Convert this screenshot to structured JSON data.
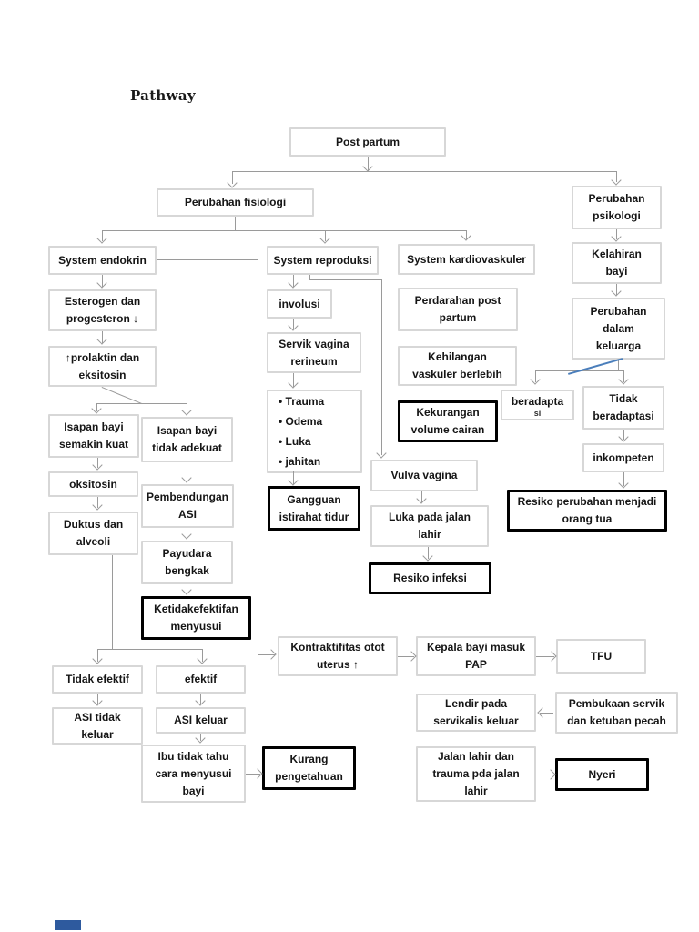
{
  "page": {
    "title": "Pathway"
  },
  "diagram": {
    "colors": {
      "box_border": "#d7d7d7",
      "emphasis_border": "#000000",
      "connector": "#9a9a9a",
      "accent_line": "#4a7ebb",
      "footer_bar": "#2e5a9e"
    },
    "nodes": {
      "post_partum": {
        "label": "Post partum",
        "emphasis": false
      },
      "perubahan_fisiologi": {
        "label": "Perubahan fisiologi",
        "emphasis": false
      },
      "perubahan_psikologi": {
        "label": "Perubahan\npsikologi",
        "emphasis": false
      },
      "system_endokrin": {
        "label": "System endokrin",
        "emphasis": false
      },
      "system_reproduksi": {
        "label": "System reproduksi",
        "emphasis": false
      },
      "system_kardiovaskuler": {
        "label": "System kardiovaskuler",
        "emphasis": false
      },
      "esterogen": {
        "label": "Esterogen dan\nprogesteron ↓",
        "emphasis": false
      },
      "prolaktin": {
        "label": "↑prolaktin dan\neksitosin",
        "emphasis": false
      },
      "involusi": {
        "label": "involusi",
        "emphasis": false
      },
      "servik_vagina": {
        "label": "Servik vagina\nrerineum",
        "emphasis": false
      },
      "trauma_list": {
        "label": "•  Trauma\n•  Odema\n•  Luka\n•  jahitan",
        "emphasis": false
      },
      "gangguan_istirahat": {
        "label": "Gangguan\nistirahat tidur",
        "emphasis": true
      },
      "perdarahan": {
        "label": "Perdarahan post\npartum",
        "emphasis": false
      },
      "kehilangan": {
        "label": "Kehilangan\nvaskuler berlebih",
        "emphasis": false
      },
      "kekurangan_cairan": {
        "label": "Kekurangan\nvolume cairan",
        "emphasis": true
      },
      "kelahiran_bayi": {
        "label": "Kelahiran\nbayi",
        "emphasis": false
      },
      "perubahan_keluarga": {
        "label": "Perubahan\ndalam\nkeluarga",
        "emphasis": false
      },
      "beradapta": {
        "label": "beradapta",
        "clipped": "si",
        "emphasis": false
      },
      "tidak_beradaptasi": {
        "label": "Tidak\nberadaptasi",
        "emphasis": false
      },
      "inkompeten": {
        "label": "inkompeten",
        "emphasis": false
      },
      "resiko_orang_tua": {
        "label": "Resiko perubahan menjadi\norang tua",
        "emphasis": true
      },
      "isapan_kuat": {
        "label": "Isapan bayi\nsemakin kuat",
        "emphasis": false
      },
      "isapan_tidak_adekuat": {
        "label": "Isapan bayi\ntidak adekuat",
        "emphasis": false
      },
      "oksitosin": {
        "label": "oksitosin",
        "emphasis": false
      },
      "duktus_alveoli": {
        "label": "Duktus dan\nalveoli",
        "emphasis": false
      },
      "pembendungan_asi": {
        "label": "Pembendungan\nASI",
        "emphasis": false
      },
      "payudara_bengkak": {
        "label": "Payudara\nbengkak",
        "emphasis": false
      },
      "ketidakefektifan": {
        "label": "Ketidakefektifan\nmenyusui",
        "emphasis": true
      },
      "vulva_vagina": {
        "label": "Vulva vagina",
        "emphasis": false
      },
      "luka_jalan_lahir": {
        "label": "Luka pada jalan\nlahir",
        "emphasis": false
      },
      "resiko_infeksi": {
        "label": "Resiko infeksi",
        "emphasis": true
      },
      "tidak_efektif": {
        "label": "Tidak efektif",
        "emphasis": false
      },
      "efektif": {
        "label": "efektif",
        "emphasis": false
      },
      "asi_tidak_keluar": {
        "label": "ASI tidak\nkeluar",
        "emphasis": false
      },
      "asi_keluar": {
        "label": "ASI keluar",
        "emphasis": false
      },
      "ibu_tidak_tahu": {
        "label": "Ibu tidak tahu\ncara menyusui\nbayi",
        "emphasis": false
      },
      "kurang_pengetahuan": {
        "label": "Kurang\npengetahuan",
        "emphasis": true
      },
      "kontraktifitas": {
        "label": "Kontraktifitas otot\nuterus ↑",
        "emphasis": false
      },
      "kepala_bayi": {
        "label": "Kepala bayi masuk\nPAP",
        "emphasis": false
      },
      "tfu": {
        "label": "TFU",
        "emphasis": false
      },
      "lendir": {
        "label": "Lendir pada\nservikalis keluar",
        "emphasis": false
      },
      "pembukaan_servik": {
        "label": "Pembukaan servik\ndan ketuban pecah",
        "emphasis": false
      },
      "jalan_lahir": {
        "label": "Jalan lahir dan\ntrauma pda jalan\nlahir",
        "emphasis": false
      },
      "nyeri": {
        "label": "Nyeri",
        "emphasis": true
      }
    }
  }
}
